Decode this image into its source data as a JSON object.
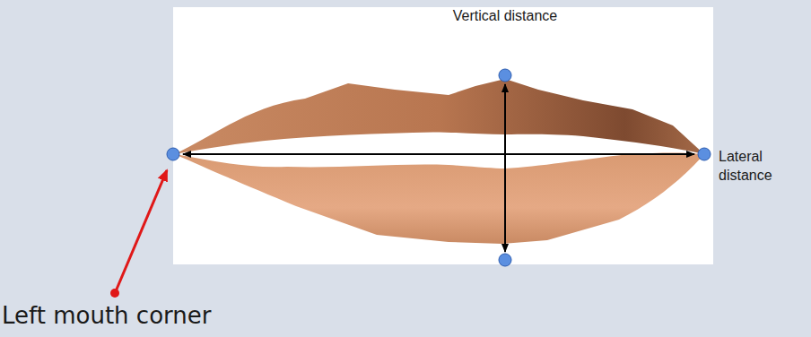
{
  "diagram": {
    "labels": [
      "Vertical distance",
      "Lateral distance",
      "Left mouth corner"
    ]
  }
}
